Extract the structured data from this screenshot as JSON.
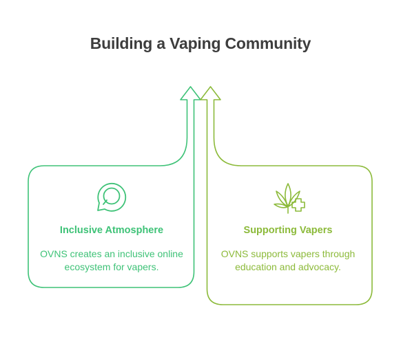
{
  "title": "Building a Vaping Community",
  "colors": {
    "green": "#3ec277",
    "olive": "#8cba3a",
    "title": "#3d3d3d"
  },
  "cards": [
    {
      "title": "Inclusive Atmosphere",
      "description": "OVNS creates an inclusive online ecosystem for vapers.",
      "icon": "chat-bubbles-icon",
      "color": "#3ec277"
    },
    {
      "title": "Supporting Vapers",
      "description": "OVNS supports vapers through education and advocacy.",
      "icon": "cannabis-leaf-plus-icon",
      "color": "#8cba3a"
    }
  ]
}
